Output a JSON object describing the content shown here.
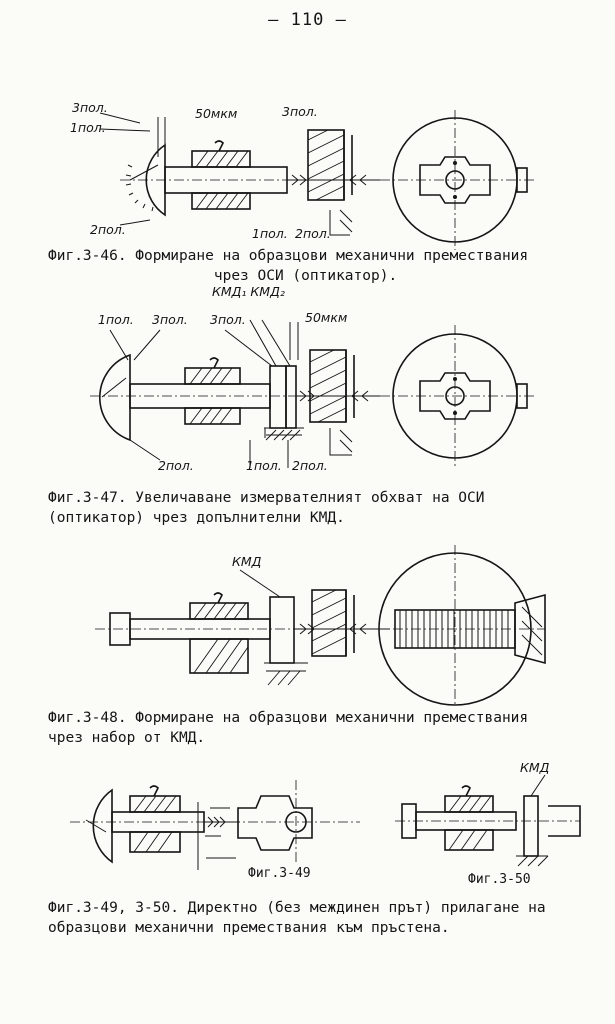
{
  "page": {
    "number": "– 110 –"
  },
  "fig346": {
    "caption": [
      "Фиг.3-46. Формиране на образцови механични премествания",
      "                   чрез ОСИ (оптикатор)."
    ],
    "labels": {
      "pos3_left": "3пол.",
      "pos1_left": "1пол.",
      "pos2_left": "2пол.",
      "dim": "50мкм",
      "pos3_right": "3пол.",
      "pos1_right": "1пол.",
      "pos2_right": "2пол."
    }
  },
  "fig347": {
    "caption": [
      "Фиг.3-47. Увеличаване измервателният обхват на ОСИ",
      "(оптикатор) чрез допълнителни КМД."
    ],
    "labels": {
      "pos1": "1пол.",
      "pos3": "3пол.",
      "kmd": "КМД₁ КМД₂",
      "pos3_b": "3пол.",
      "dim": "50мкм",
      "pos2": "2пол.",
      "pos1_b": "1пол.",
      "pos2_b": "2пол."
    }
  },
  "fig348": {
    "caption": [
      "Фиг.3-48. Формиране на образцови механични премествания",
      "чрез набор от КМД."
    ],
    "labels": {
      "kmd": "КМД"
    }
  },
  "fig349_350": {
    "caption": [
      "Фиг.3-49, 3-50. Директно (без междинен прът) прилагане на",
      "образцови механични премествания към пръстена."
    ],
    "labels": {
      "kmd": "КМД",
      "fig349": "Фиг.3-49",
      "fig350": "Фиг.3-50"
    }
  }
}
